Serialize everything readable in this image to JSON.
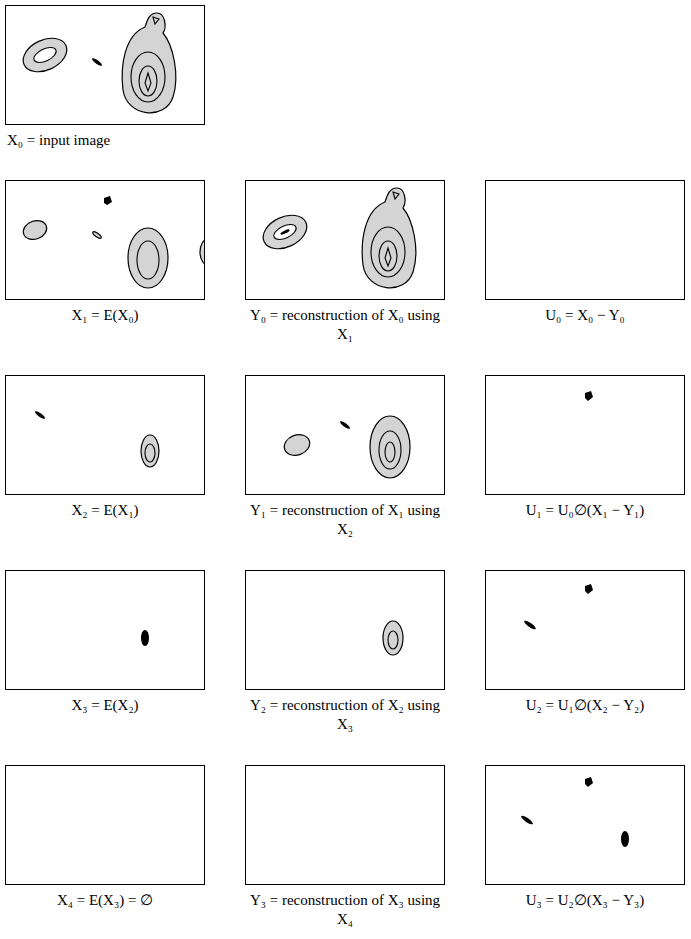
{
  "diagram": {
    "nodes": [
      {
        "text": [
          "X₀ = input image"
        ]
      },
      {
        "text": [
          "X₁ = E(X₀)"
        ]
      },
      {
        "text": [
          "Y₀ = reconstruction of X₀ using X₁"
        ]
      },
      {
        "text": [
          "U₀ = X₀ − Y₀"
        ]
      },
      {
        "text": [
          "X₂ = E(X₁)"
        ]
      },
      {
        "text": [
          "Y₁ = reconstruction of X₁ using X₂"
        ]
      },
      {
        "text": [
          "U₁ = U₀∅(X₁ − Y₁)"
        ]
      },
      {
        "text": [
          "X₃ = E(X₂)"
        ]
      },
      {
        "text": [
          "Y₂ = reconstruction of X₂ using X₃"
        ]
      },
      {
        "text": [
          "U₂ = U₁∅(X₂ − Y₂)"
        ]
      },
      {
        "text": [
          "X₄ = E(X₃) = ∅"
        ]
      },
      {
        "text": [
          "Y₃ = reconstruction of X₃ using X₄"
        ]
      },
      {
        "text": [
          "U₃ = U₂∅(X₃ − Y₃)"
        ]
      }
    ]
  }
}
